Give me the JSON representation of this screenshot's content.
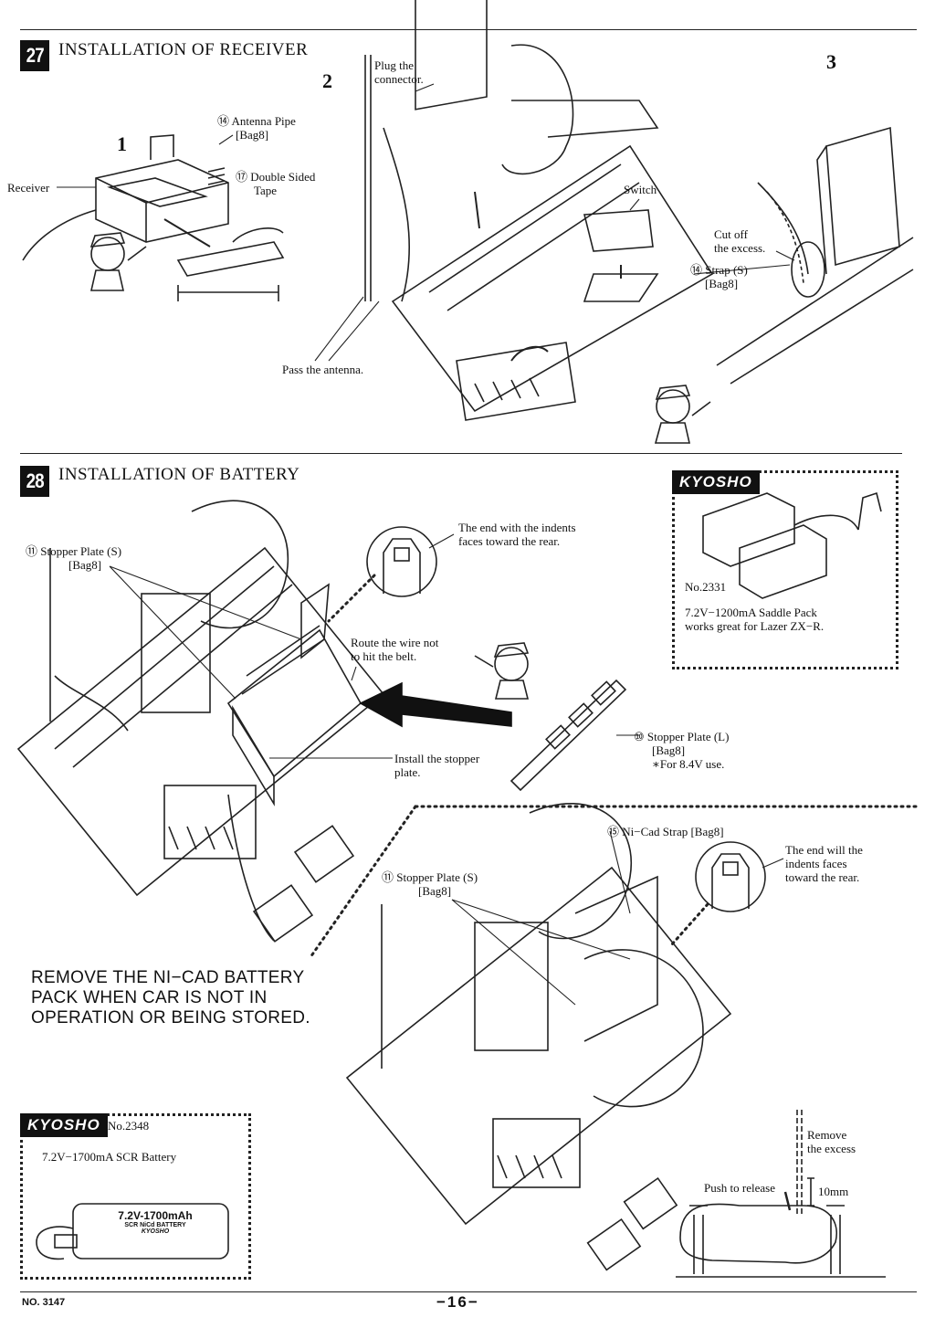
{
  "section27": {
    "step_number": "27",
    "title": "INSTALLATION OF RECEIVER",
    "sub_steps": [
      "1",
      "2",
      "3"
    ],
    "labels": {
      "receiver": "Receiver",
      "antenna_pipe": [
        "⑭ Antenna Pipe",
        "[Bag8]"
      ],
      "double_sided_tape": [
        "⑰ Double Sided",
        "Tape"
      ],
      "plug_connector": [
        "Plug the",
        "connector."
      ],
      "switch": "Switch",
      "pass_antenna": "Pass the antenna.",
      "cut_excess": [
        "Cut off",
        "the excess."
      ],
      "strap": [
        "⑭ Strap (S)",
        "[Bag8]"
      ]
    }
  },
  "section28": {
    "step_number": "28",
    "title": "INSTALLATION OF BATTERY",
    "labels": {
      "stopper_plate_s_top": [
        "⑪ Stopper Plate (S)",
        "[Bag8]"
      ],
      "indents_rear": [
        "The end with the indents",
        "faces toward the rear."
      ],
      "route_wire": [
        "Route the wire not",
        "to hit the belt."
      ],
      "install_stopper": [
        "Install the stopper",
        "plate."
      ],
      "stopper_plate_l": [
        "⑩ Stopper Plate (L)",
        "[Bag8]",
        "∗For 8.4V use."
      ],
      "nicad_strap": "⑮ Ni−Cad Strap [Bag8]",
      "indents_rear_2": [
        "The end will the",
        "indents faces",
        "toward the rear."
      ],
      "stopper_plate_s_bottom": [
        "⑪ Stopper Plate (S)",
        "[Bag8]"
      ],
      "remove_excess": [
        "Remove",
        "the excess"
      ],
      "push_release": "Push to release",
      "ten_mm": "10mm"
    },
    "warning": [
      "REMOVE THE NI−CAD BATTERY",
      "PACK WHEN CAR IS NOT IN",
      "OPERATION OR BEING STORED."
    ],
    "promo_saddle": {
      "brand": "KYOSHO",
      "number": "No.2331",
      "text": [
        "7.2V−1200mA Saddle Pack",
        "works great for Lazer ZX−R."
      ]
    },
    "promo_scr": {
      "brand": "KYOSHO",
      "number": "No.2348",
      "text": "7.2V−1700mA SCR Battery",
      "battery_label": [
        "7.2V-1700mAh",
        "SCR NiCd BATTERY",
        "KYOSHO"
      ]
    }
  },
  "footer": {
    "doc_number": "NO. 3147",
    "page": "−16−"
  }
}
